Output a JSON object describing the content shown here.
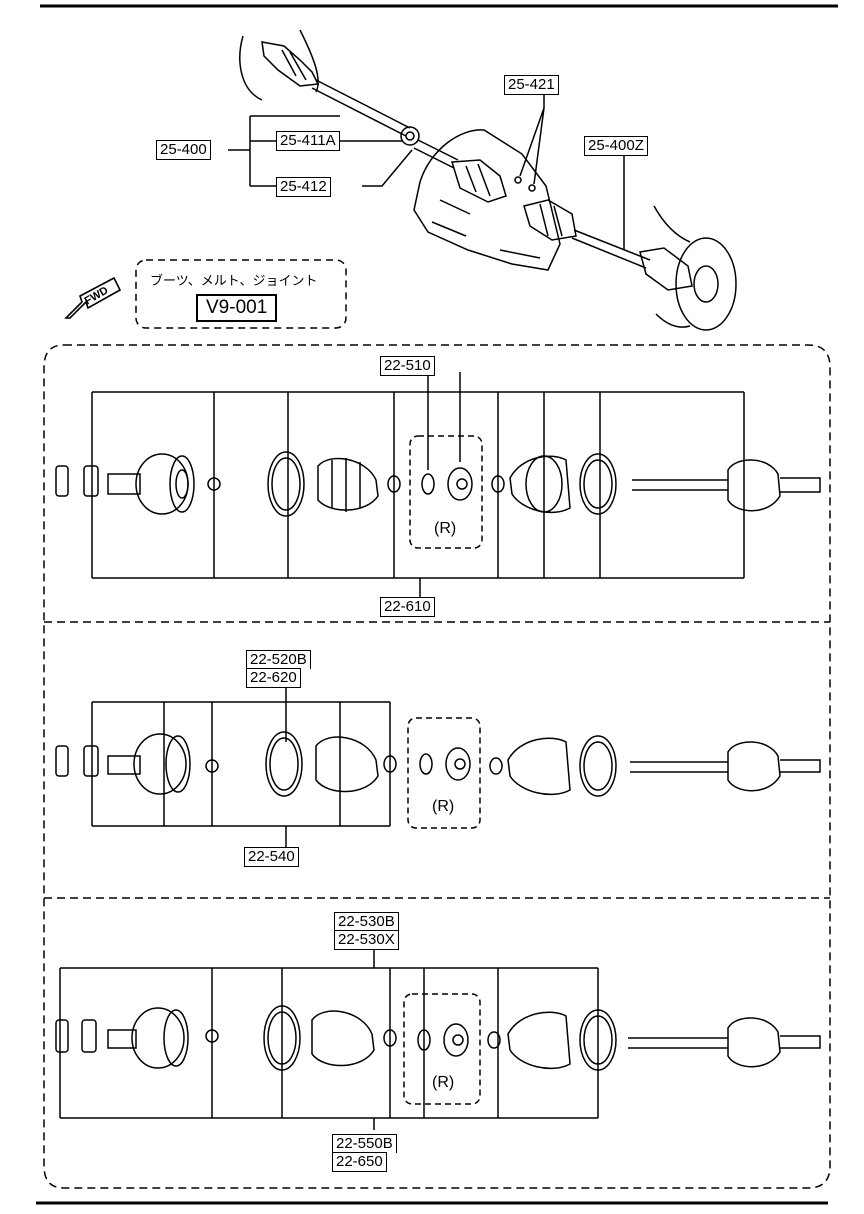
{
  "callouts": {
    "c25_400": "25-400",
    "c25_411a": "25-411A",
    "c25_412": "25-412",
    "c25_421": "25-421",
    "c25_400z": "25-400Z",
    "c22_510": "22-510",
    "c22_610": "22-610",
    "c22_520b": "22-520B",
    "c22_620": "22-620",
    "c22_540": "22-540",
    "c22_530b": "22-530B",
    "c22_530x": "22-530X",
    "c22_550b": "22-550B",
    "c22_650": "22-650"
  },
  "reference": {
    "caption": "ブーツ、メルト、ジョイント",
    "code": "V9-001"
  },
  "fwd_label": "FWD",
  "r_mark": "(R)"
}
